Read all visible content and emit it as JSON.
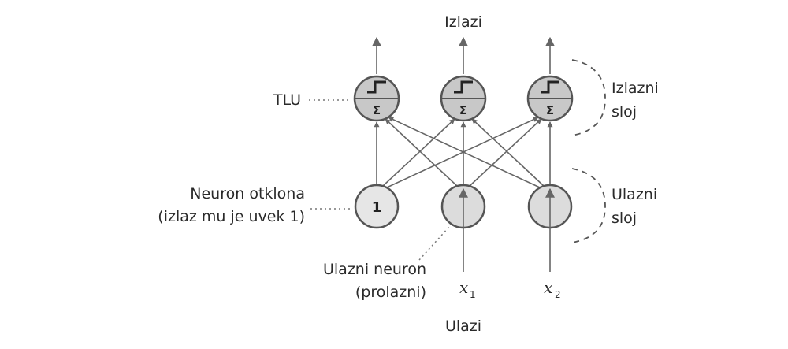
{
  "labels": {
    "outputs": "Izlazi",
    "tlu": "TLU",
    "output_layer_1": "Izlazni",
    "output_layer_2": "sloj",
    "input_layer_1": "Ulazni",
    "input_layer_2": "sloj",
    "bias_neuron_1": "Neuron otklona",
    "bias_neuron_2": "(izlaz mu je uvek 1)",
    "input_neuron_1": "Ulazni neuron",
    "input_neuron_2": "(prolazni)",
    "inputs": "Ulazi"
  },
  "nodes": {
    "bias_value": "1",
    "sum_symbol": "Σ",
    "x1": "x",
    "x1_sub": "1",
    "x2": "x",
    "x2_sub": "2"
  },
  "colors": {
    "node_fill": "#dcdcdc",
    "tlu_fill": "#c8c8c8",
    "stroke": "#555555",
    "arrow": "#666666"
  }
}
